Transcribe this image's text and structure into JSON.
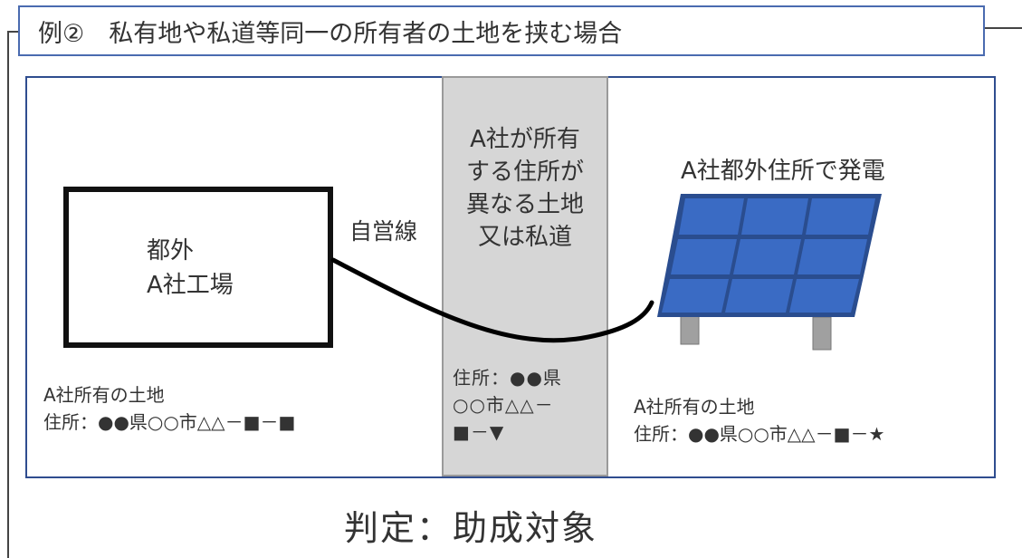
{
  "header": {
    "title": "例②　私有地や私道等同一の所有者の土地を挟む場合"
  },
  "factory": {
    "line1": "都外",
    "line2": "A社工場"
  },
  "wire": {
    "label": "自営線"
  },
  "middle": {
    "lines": [
      "A社が所有",
      "する住所が",
      "異なる土地",
      "又は私道"
    ],
    "address_lines": [
      "住所：●●県",
      "○○市△△－",
      "■－▼"
    ]
  },
  "solar": {
    "label": "A社都外住所で発電"
  },
  "left_land": {
    "owner": "A社所有の土地",
    "address": "住所：●●県○○市△△－■－■"
  },
  "right_land": {
    "owner": "A社所有の土地",
    "address": "住所：●●県○○市△△－■－★"
  },
  "judgement": {
    "text": "判定：助成対象"
  },
  "colors": {
    "title_border": "#4a6bb0",
    "box_border": "#2f4d8f",
    "road_fill": "#d6d6d6",
    "panel_cell": "#3a6bc4",
    "panel_grid": "#2a4d8f",
    "panel_leg": "#a0a0a0"
  }
}
